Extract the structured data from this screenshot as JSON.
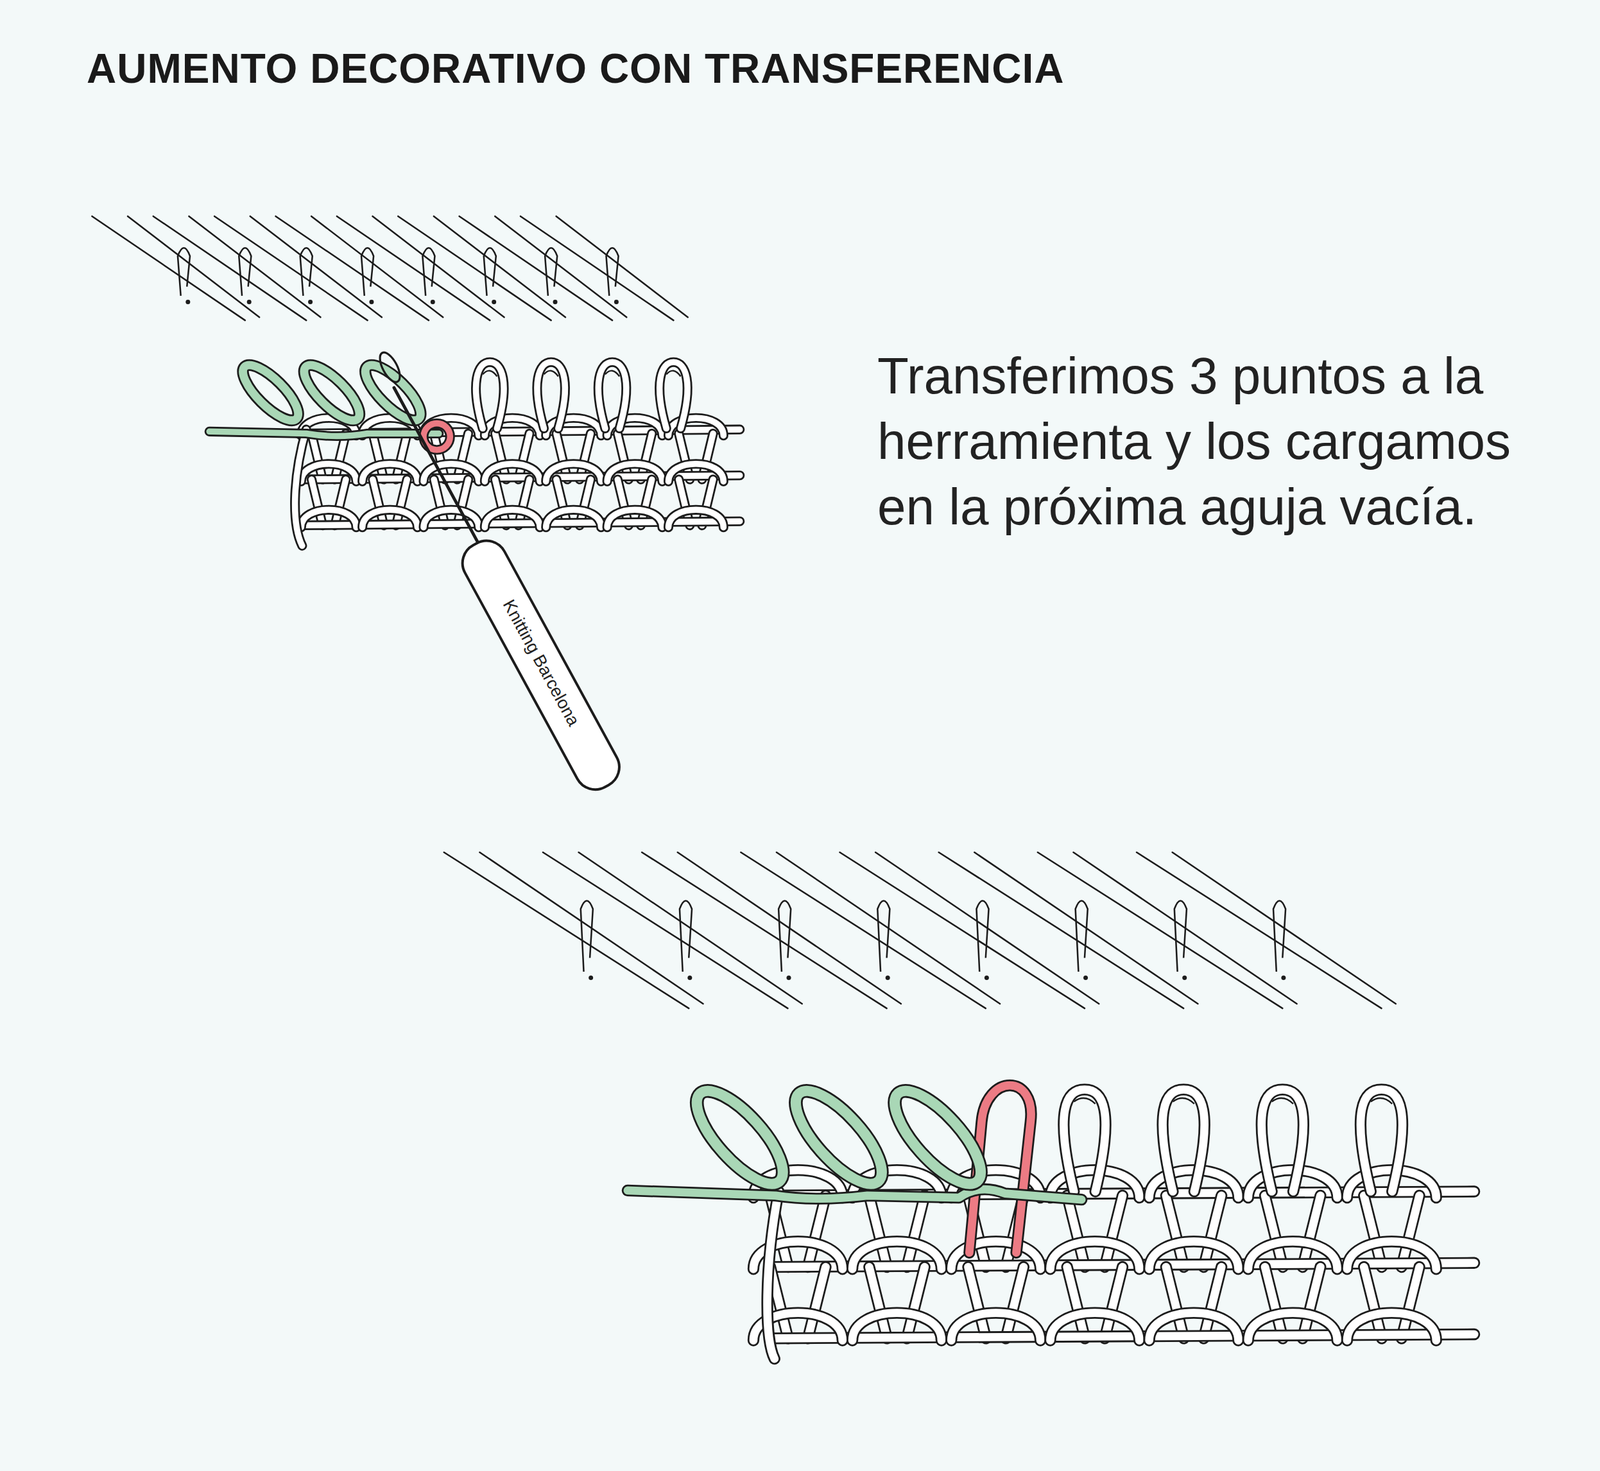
{
  "diagram": {
    "title": "AUMENTO DECORATIVO CON TRANSFERENCIA",
    "labels": [
      "Transferimos 3 puntos a la herramienta y los cargamos en la próxima aguja vacía.",
      "Knitting Barcelona"
    ]
  }
}
